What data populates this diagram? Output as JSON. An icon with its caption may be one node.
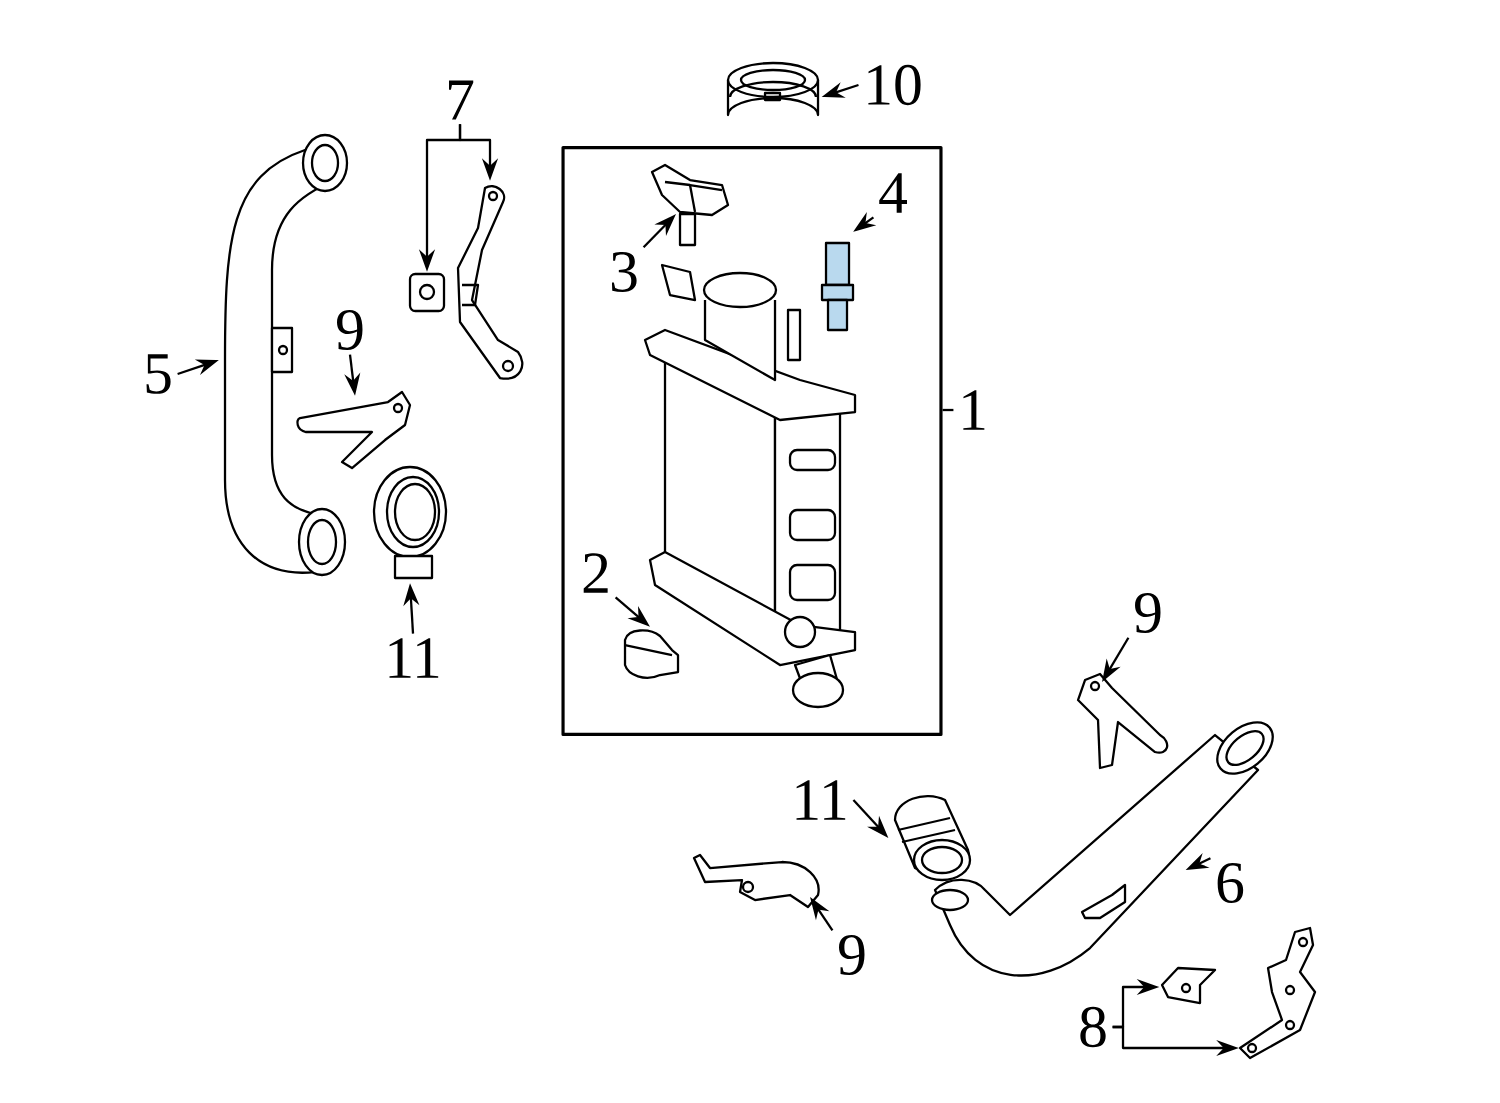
{
  "diagram": {
    "nodes": [
      {
        "text": [
          "7"
        ]
      },
      {
        "text": [
          "10"
        ]
      },
      {
        "text": [],
        "shape": "picture"
      },
      {
        "text": [],
        "shape": "box"
      },
      {
        "text": [
          "3"
        ],
        "in": 3
      },
      {
        "text": [],
        "shape": "picture",
        "in": 3
      },
      {
        "text": [
          "4"
        ],
        "in": 3
      },
      {
        "text": [],
        "shape": "picture",
        "in": 3
      },
      {
        "text": [],
        "shape": "picture",
        "in": 3
      },
      {
        "text": [
          "2"
        ],
        "in": 3
      },
      {
        "text": [],
        "shape": "picture",
        "in": 3
      },
      {
        "text": [
          "1"
        ]
      },
      {
        "text": [
          "5"
        ]
      },
      {
        "text": [],
        "shape": "picture"
      },
      {
        "text": [],
        "shape": "picture"
      },
      {
        "text": [],
        "shape": "picture"
      },
      {
        "text": [
          "9"
        ]
      },
      {
        "text": [],
        "shape": "picture"
      },
      {
        "text": [],
        "shape": "picture"
      },
      {
        "text": [
          "11"
        ]
      },
      {
        "text": [
          "9"
        ]
      },
      {
        "text": [],
        "shape": "picture"
      },
      {
        "text": [
          "11"
        ]
      },
      {
        "text": [],
        "shape": "picture"
      },
      {
        "text": [],
        "shape": "picture"
      },
      {
        "text": [
          "6"
        ]
      },
      {
        "text": [],
        "shape": "picture"
      },
      {
        "text": [
          "9"
        ]
      },
      {
        "text": [],
        "shape": "picture"
      },
      {
        "text": [],
        "shape": "picture"
      },
      {
        "text": [
          "8"
        ]
      }
    ],
    "edges": [
      {
        "from": 0,
        "to": 14,
        "arrow": "to"
      },
      {
        "from": 0,
        "to": 15,
        "arrow": "to"
      },
      {
        "from": 1,
        "to": 2,
        "arrow": "to"
      },
      {
        "from": 4,
        "to": 5,
        "arrow": "to"
      },
      {
        "from": 6,
        "to": 7,
        "arrow": "to"
      },
      {
        "from": 9,
        "to": 10,
        "arrow": "to"
      },
      {
        "from": 11,
        "to": 3,
        "arrow": "none"
      },
      {
        "from": 12,
        "to": 13,
        "arrow": "to"
      },
      {
        "from": 16,
        "to": 17,
        "arrow": "to"
      },
      {
        "from": 19,
        "to": 18,
        "arrow": "to"
      },
      {
        "from": 20,
        "to": 21,
        "arrow": "to"
      },
      {
        "from": 22,
        "to": 23,
        "arrow": "to"
      },
      {
        "from": 25,
        "to": 24,
        "arrow": "to"
      },
      {
        "from": 27,
        "to": 26,
        "arrow": "to"
      },
      {
        "from": 30,
        "to": 28,
        "arrow": "to"
      },
      {
        "from": 30,
        "to": 29,
        "arrow": "to"
      }
    ]
  }
}
